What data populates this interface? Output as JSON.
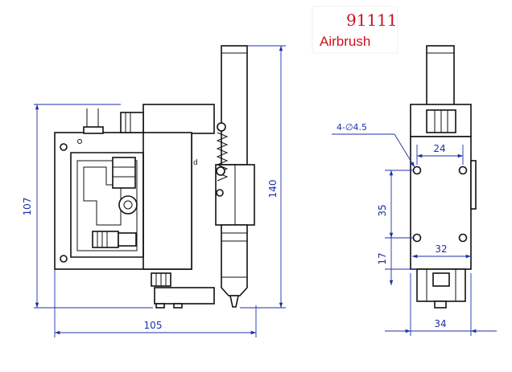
{
  "title": {
    "code": "91111",
    "name": "Airbrush"
  },
  "colors": {
    "title": "#d0101a",
    "dimension": "#1c2fa8",
    "outline": "#111111"
  },
  "dimensions": {
    "overall_width": "105",
    "overall_height": "107",
    "nozzle_height": "140",
    "side_width": "34",
    "hole_spacing_horizontal": "24",
    "hole_spacing_vertical": "35",
    "bottom_offset": "17",
    "bottom_hole_spacing": "32",
    "hole_callout": "4-∅4.5",
    "detail_marker": "d"
  }
}
